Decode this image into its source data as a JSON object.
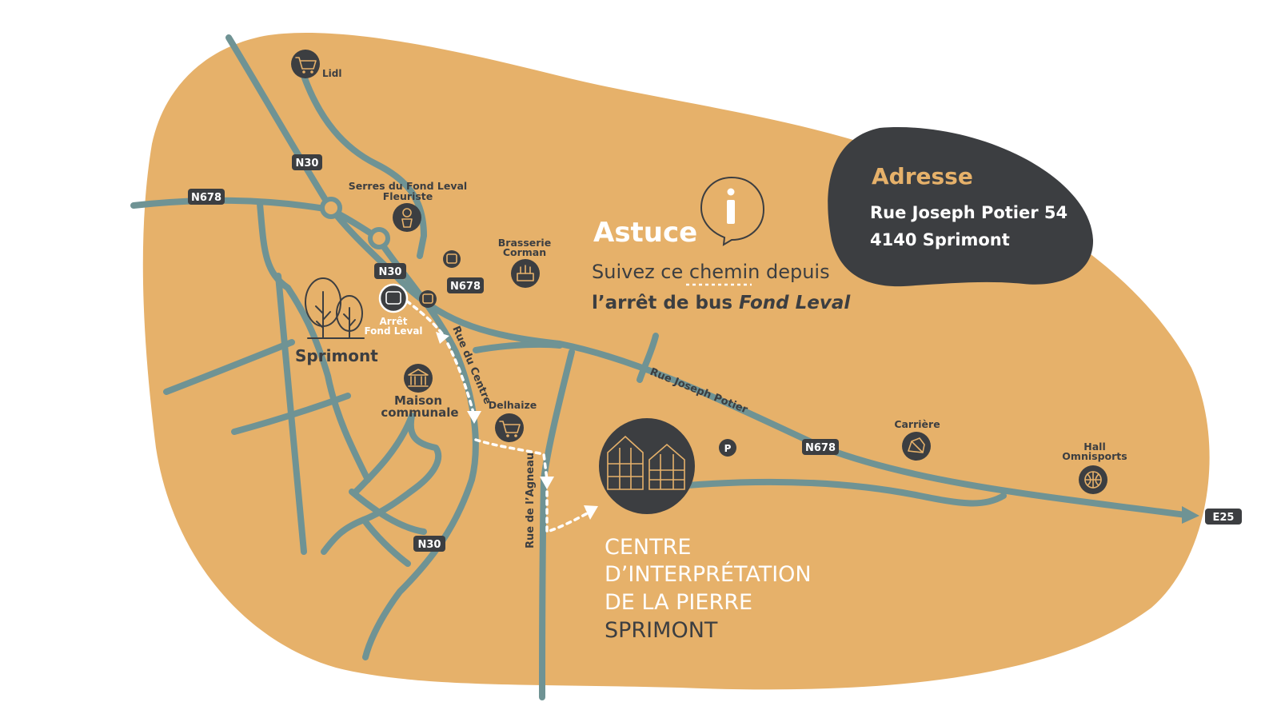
{
  "colors": {
    "land": "#e6b16a",
    "road": "#6f9394",
    "dark": "#3c3e41",
    "walk_path": "#ffffff",
    "accent_text": "#e6b16a"
  },
  "address": {
    "title": "Adresse",
    "line1": "Rue Joseph Potier 54",
    "line2": "4140 Sprimont"
  },
  "tip": {
    "title": "Astuce",
    "icon": "info-icon",
    "line1": "Suivez ce chemin depuis",
    "line2_prefix": "l’arrêt de bus ",
    "line2_emphasis": "Fond Leval"
  },
  "destination": {
    "icon": "greenhouse-icon",
    "lines": [
      "CENTRE",
      "D’INTERPRÉTATION",
      "DE LA PIERRE"
    ],
    "town": "SPRIMONT"
  },
  "road_badges": [
    {
      "id": "n30-north",
      "text": "N30"
    },
    {
      "id": "n678-west",
      "text": "N678"
    },
    {
      "id": "n30-mid",
      "text": "N30"
    },
    {
      "id": "n678-mid",
      "text": "N678"
    },
    {
      "id": "n30-south",
      "text": "N30"
    },
    {
      "id": "n678-east",
      "text": "N678"
    },
    {
      "id": "e25",
      "text": "E25"
    }
  ],
  "street_labels": {
    "rue_du_centre": "Rue du Centre",
    "rue_joseph_potier": "Rue Joseph Potier",
    "rue_de_lagneau": "Rue de l’Agneau"
  },
  "places": {
    "lidl": {
      "label": "Lidl",
      "icon": "shopping-cart-icon"
    },
    "serres": {
      "label_line1": "Serres du Fond Leval",
      "label_line2": "Fleuriste",
      "icon": "flower-pot-icon"
    },
    "brasserie": {
      "label_line1": "Brasserie",
      "label_line2": "Corman",
      "icon": "bottle-crate-icon"
    },
    "bus_stop": {
      "label_line1": "Arrêt",
      "label_line2": "Fond Leval",
      "icon": "bus-icon"
    },
    "sprimont": {
      "label": "Sprimont",
      "icon": "trees-icon"
    },
    "maison": {
      "label_line1": "Maison",
      "label_line2": "communale",
      "icon": "town-hall-icon"
    },
    "delhaize": {
      "label": "Delhaize",
      "icon": "shopping-cart-icon"
    },
    "parking": {
      "label": "P",
      "icon": "parking-icon"
    },
    "carriere": {
      "label": "Carrière",
      "icon": "stone-icon"
    },
    "hall": {
      "label_line1": "Hall",
      "label_line2": "Omnisports",
      "icon": "basketball-icon"
    }
  },
  "bus_icons": [
    "bus-icon",
    "bus-icon"
  ]
}
